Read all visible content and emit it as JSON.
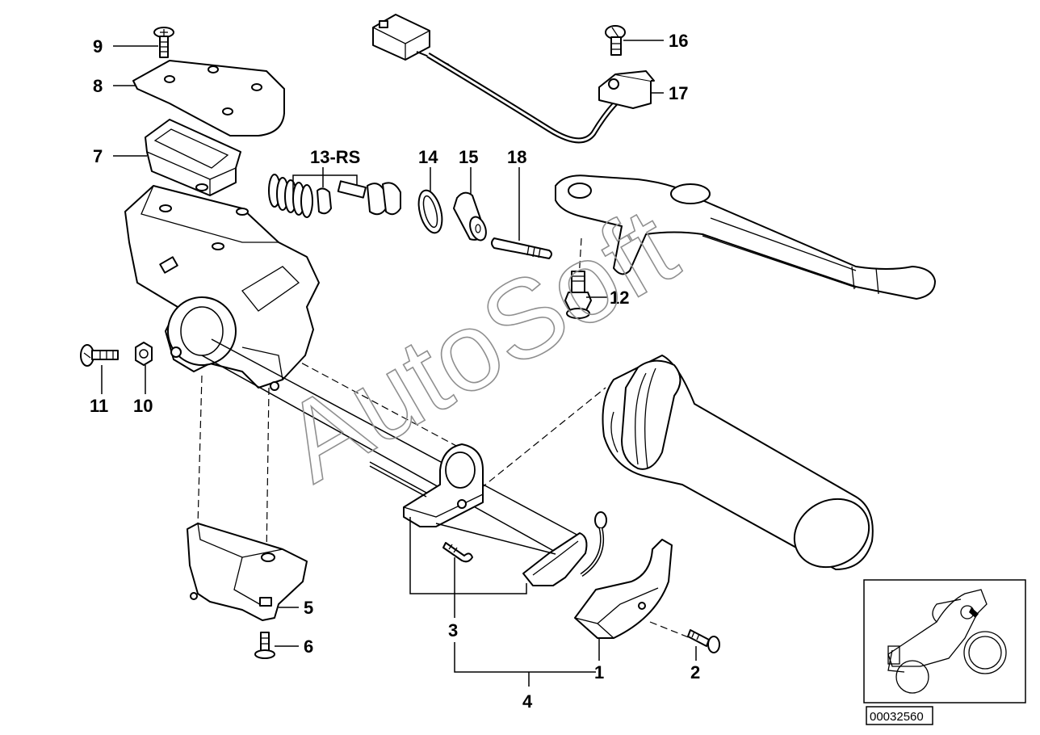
{
  "diagram": {
    "callouts": [
      {
        "id": "c1",
        "text": "1"
      },
      {
        "id": "c2",
        "text": "2"
      },
      {
        "id": "c3",
        "text": "3"
      },
      {
        "id": "c4",
        "text": "4"
      },
      {
        "id": "c5",
        "text": "5"
      },
      {
        "id": "c6",
        "text": "6"
      },
      {
        "id": "c7",
        "text": "7"
      },
      {
        "id": "c8",
        "text": "8"
      },
      {
        "id": "c9",
        "text": "9"
      },
      {
        "id": "c10",
        "text": "10"
      },
      {
        "id": "c11",
        "text": "11"
      },
      {
        "id": "c12",
        "text": "12"
      },
      {
        "id": "c13",
        "text": "13-RS"
      },
      {
        "id": "c14",
        "text": "14"
      },
      {
        "id": "c15",
        "text": "15"
      },
      {
        "id": "c16",
        "text": "16"
      },
      {
        "id": "c17",
        "text": "17"
      },
      {
        "id": "c18",
        "text": "18"
      }
    ],
    "watermark": "AutoSoft",
    "reference_number": "00032560",
    "line_color": "#000000",
    "watermark_color": "#8f8f8f"
  }
}
